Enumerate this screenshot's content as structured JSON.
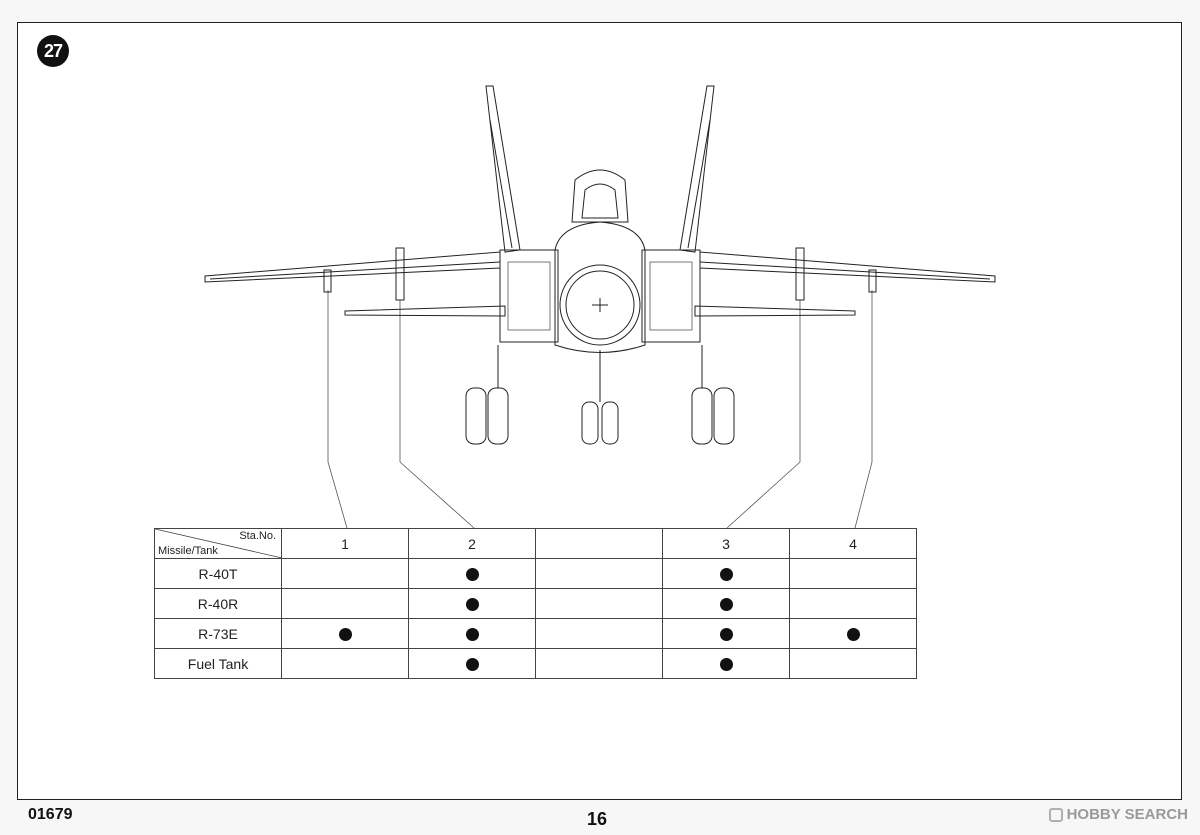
{
  "step": {
    "number": "27"
  },
  "table": {
    "header_station": "Sta.No.",
    "header_item": "Missile/Tank",
    "stations": [
      "1",
      "2",
      "",
      "3",
      "4"
    ],
    "rows": [
      {
        "label": "R-40T",
        "marks": [
          false,
          true,
          false,
          true,
          false
        ]
      },
      {
        "label": "R-40R",
        "marks": [
          false,
          true,
          false,
          true,
          false
        ]
      },
      {
        "label": "R-73E",
        "marks": [
          true,
          true,
          false,
          true,
          true
        ]
      },
      {
        "label": "Fuel Tank",
        "marks": [
          false,
          true,
          false,
          true,
          false
        ]
      }
    ]
  },
  "footer": {
    "kit_code": "01679",
    "page_number": "16",
    "watermark": "HOBBY SEARCH"
  },
  "colors": {
    "ink": "#111111",
    "paper": "#ffffff"
  }
}
